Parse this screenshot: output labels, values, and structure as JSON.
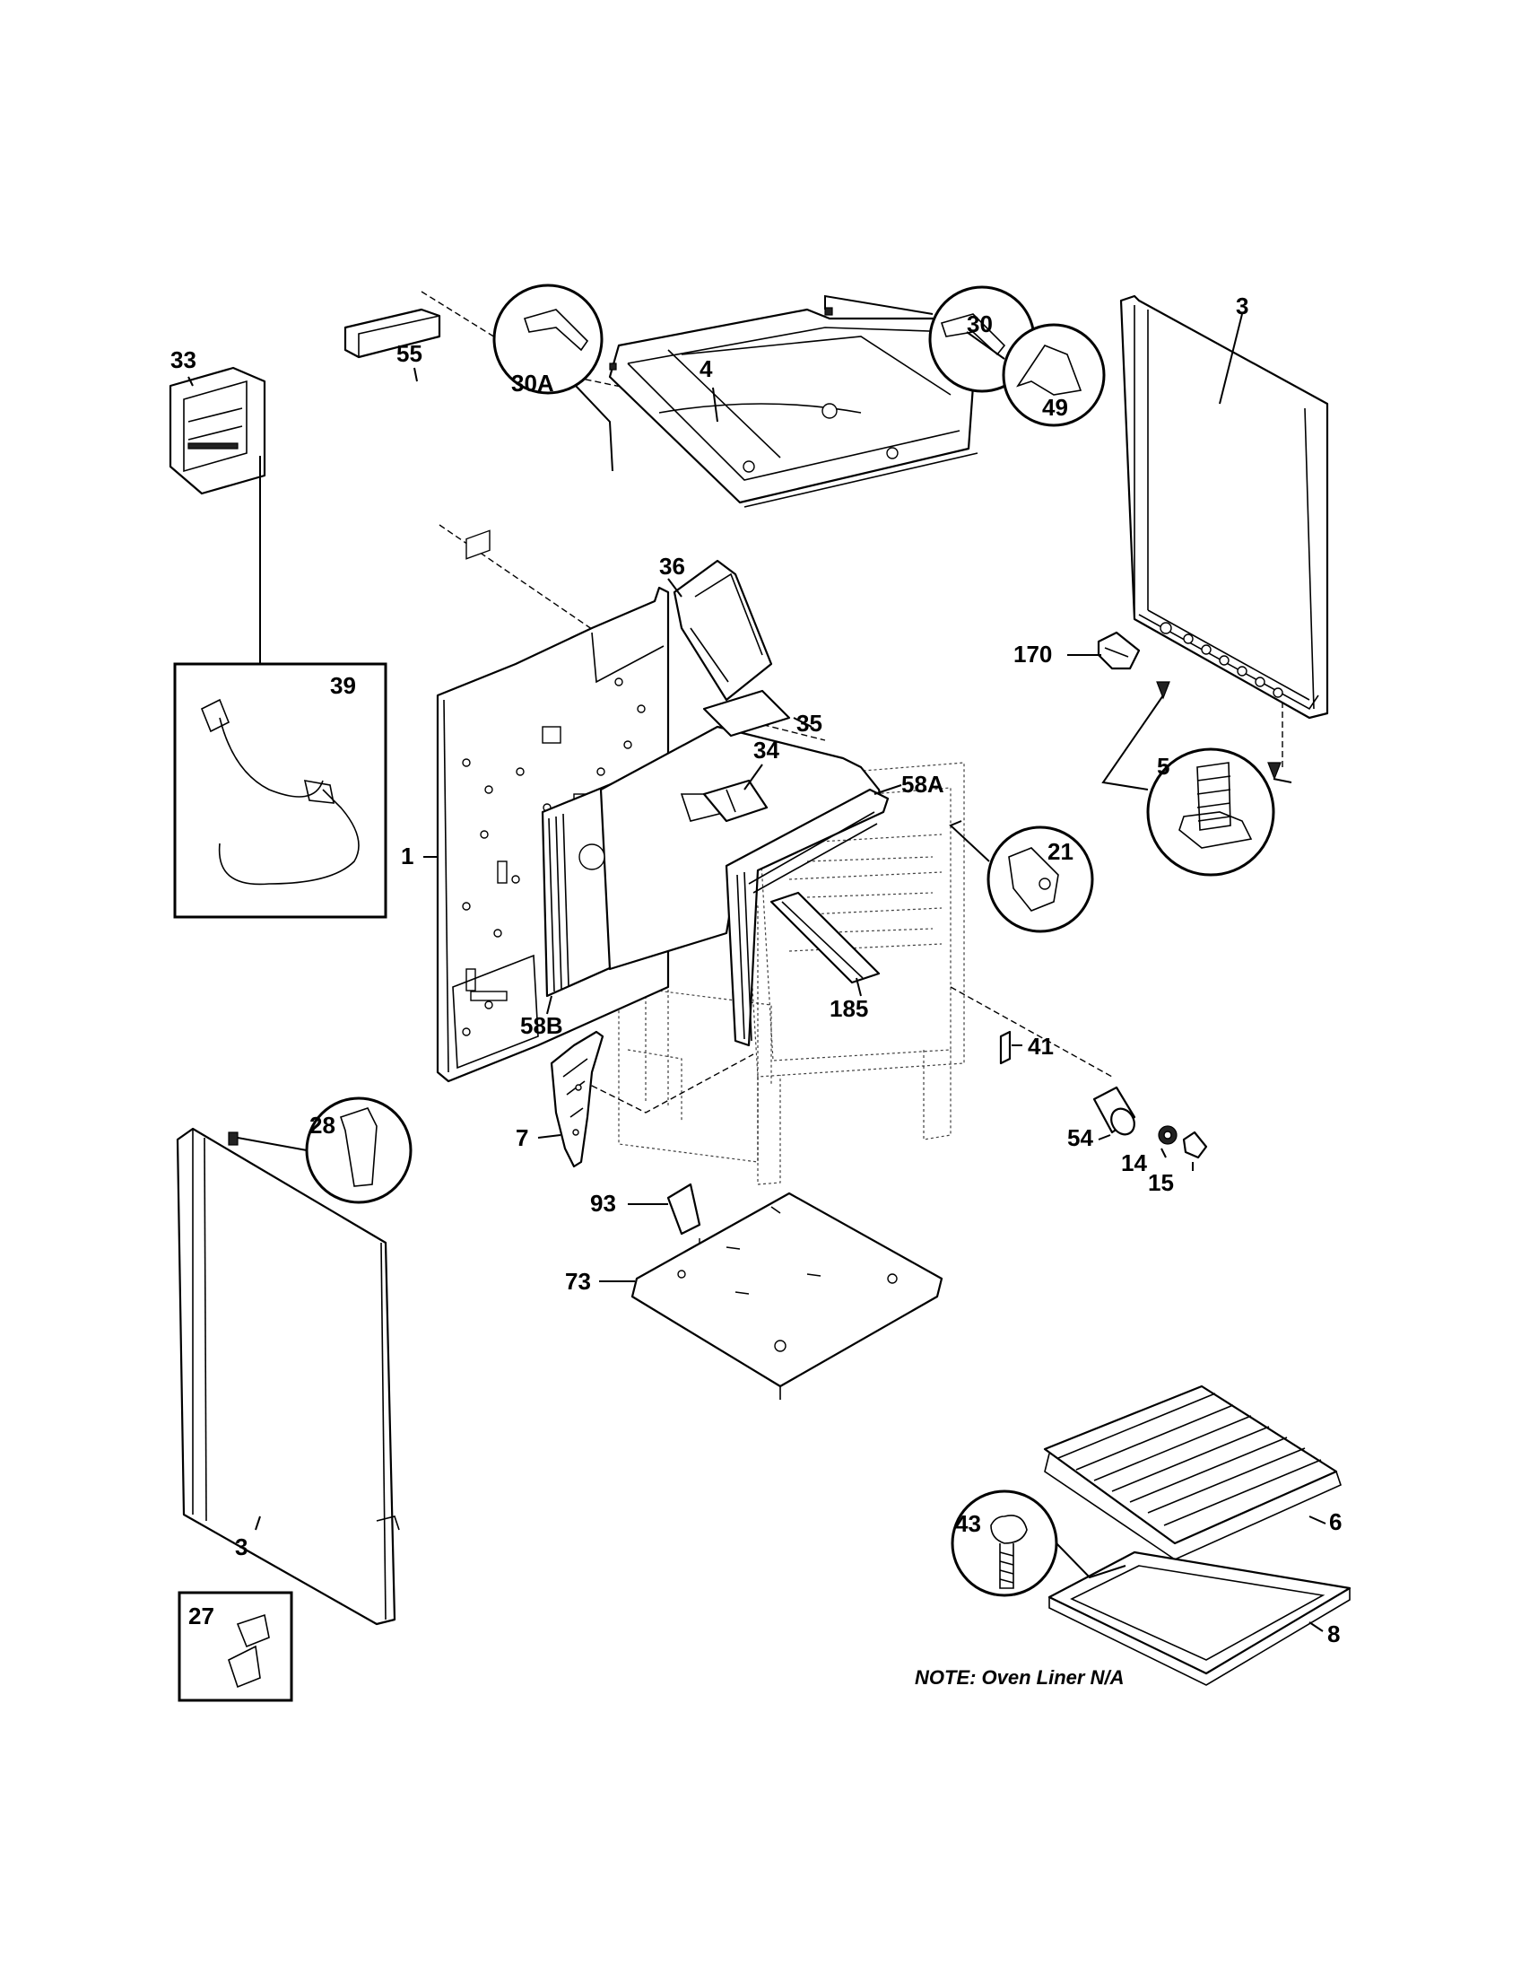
{
  "callouts": {
    "c30a": "30A",
    "c30": "30",
    "c4": "4",
    "c3_top": "3",
    "c33": "33",
    "c55": "55",
    "c49": "49",
    "c36": "36",
    "c170": "170",
    "c39": "39",
    "c35": "35",
    "c34": "34",
    "c5": "5",
    "c58a": "58A",
    "c1": "1",
    "c21": "21",
    "c58b": "58B",
    "c185": "185",
    "c41": "41",
    "c7": "7",
    "c28": "28",
    "c54": "54",
    "c14": "14",
    "c15": "15",
    "c93": "93",
    "c73": "73",
    "c3_bottom": "3",
    "c43": "43",
    "c6": "6",
    "c8": "8",
    "c27": "27"
  },
  "note": "NOTE: Oven Liner N/A"
}
